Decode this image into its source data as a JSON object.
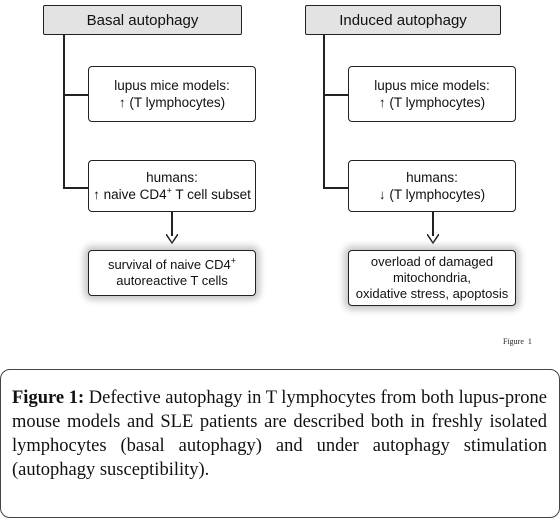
{
  "left": {
    "header": "Basal autophagy",
    "box1": {
      "line1": "lupus mice models:",
      "line2": "↑ (T lymphocytes)"
    },
    "box2": {
      "line1": "humans:",
      "line2_pre": "↑ naive CD4",
      "line2_sup": "+",
      "line2_post": " T cell subset"
    },
    "outcome": {
      "line1_pre": "survival of naive CD4",
      "line1_sup": "+",
      "line2": "autoreactive T cells"
    }
  },
  "right": {
    "header": "Induced autophagy",
    "box1": {
      "line1": "lupus mice models:",
      "line2": "↑ (T lymphocytes)"
    },
    "box2": {
      "line1": "humans:",
      "line2": "↓ (T lymphocytes)"
    },
    "outcome": {
      "line1": "overload of damaged",
      "line2": "mitochondria,",
      "line3": "oxidative stress, apoptosis"
    }
  },
  "figure_small_label": "Figure  1",
  "caption": {
    "label": "Figure 1:",
    "text": " Defective autophagy in T lymphocytes from both lupus-prone mouse models and SLE patients are described both in freshly isolated lymphocytes (basal autophagy) and under autophagy stimulation (autophagy susceptibility)."
  }
}
